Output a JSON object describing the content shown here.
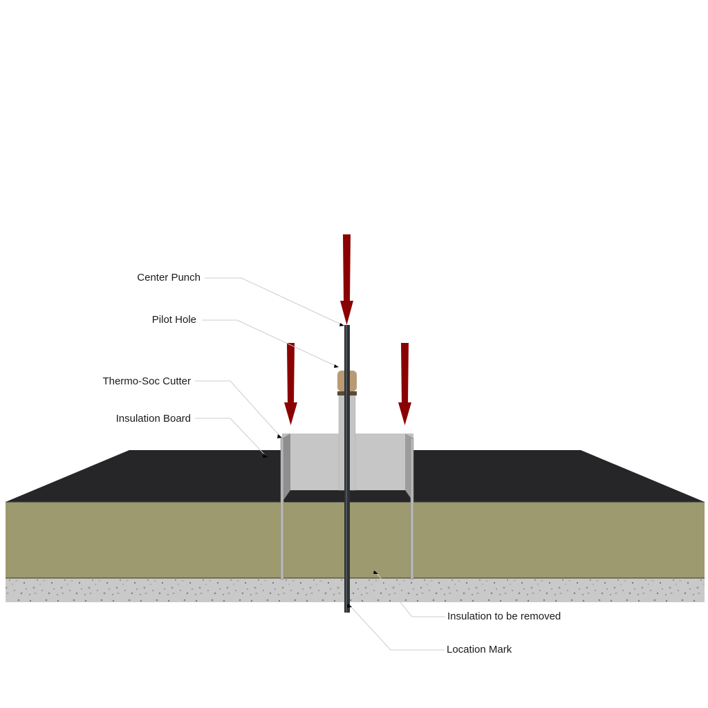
{
  "diagram": {
    "labels": {
      "center_punch": "Center Punch",
      "pilot_hole": "Pilot Hole",
      "cutter": "Thermo-Soc Cutter",
      "insulation_board": "Insulation Board",
      "insulation_to_remove": "Insulation to be removed",
      "location_mark": "Location Mark"
    },
    "colors": {
      "membrane": "#262628",
      "insulation": "#9d9a6f",
      "concrete": "#c9c9c9",
      "cutter_body": "#c6c6c6",
      "cutter_shade": "#8e8e8e",
      "arrow": "#8b0000",
      "rod": "#2f3236",
      "collar": "#b89a74",
      "leader": "#cccccc"
    },
    "icons": [
      "down-arrow-icon",
      "down-arrow-icon",
      "down-arrow-icon"
    ]
  }
}
